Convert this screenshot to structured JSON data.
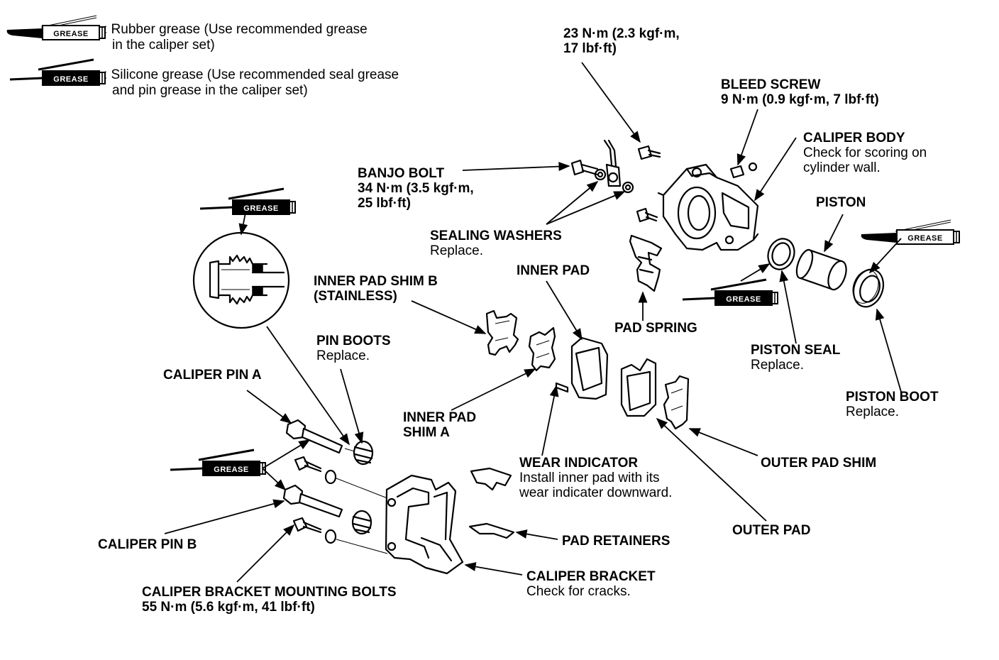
{
  "legend": {
    "rubber": {
      "line1": ": Rubber grease (Use recommended grease",
      "line2": "in the caliper set)",
      "icon": "rubber-grease-icon",
      "badge": "GREASE"
    },
    "silicone": {
      "line1": ": Silicone grease (Use recommended seal grease",
      "line2": "and pin grease in the caliper set)",
      "icon": "silicone-grease-icon",
      "badge": "GREASE"
    }
  },
  "icons": {
    "grease_badge": "GREASE"
  },
  "labels": {
    "bolt_torque": {
      "line1": "23 N·m (2.3 kgf·m,",
      "line2": "17 lbf·ft)"
    },
    "bleed_screw": {
      "title": "BLEED SCREW",
      "detail": "9 N·m (0.9 kgf·m, 7 lbf·ft)"
    },
    "caliper_body": {
      "title": "CALIPER BODY",
      "line1": "Check for scoring on",
      "line2": "cylinder wall."
    },
    "banjo_bolt": {
      "title": "BANJO BOLT",
      "line1": "34 N·m (3.5 kgf·m,",
      "line2": "25 lbf·ft)"
    },
    "sealing_washers": {
      "title": "SEALING WASHERS",
      "detail": "Replace."
    },
    "piston": {
      "title": "PISTON"
    },
    "inner_pad": {
      "title": "INNER PAD"
    },
    "inner_pad_shim_b": {
      "line1": "INNER PAD SHIM B",
      "line2": "(STAINLESS)"
    },
    "pad_spring": {
      "title": "PAD SPRING"
    },
    "piston_seal": {
      "title": "PISTON SEAL",
      "detail": "Replace."
    },
    "piston_boot": {
      "title": "PISTON BOOT",
      "detail": "Replace."
    },
    "pin_boots": {
      "title": "PIN BOOTS",
      "detail": "Replace."
    },
    "caliper_pin_a": {
      "title": "CALIPER PIN A"
    },
    "inner_pad_shim_a": {
      "line1": "INNER PAD",
      "line2": "SHIM A"
    },
    "wear_indicator": {
      "title": "WEAR INDICATOR",
      "line1": "Install inner pad with its",
      "line2": "wear indicater downward."
    },
    "outer_pad_shim": {
      "title": "OUTER PAD SHIM"
    },
    "outer_pad": {
      "title": "OUTER PAD"
    },
    "pad_retainers": {
      "title": "PAD RETAINERS"
    },
    "caliper_pin_b": {
      "title": "CALIPER PIN B"
    },
    "caliper_bracket": {
      "title": "CALIPER BRACKET",
      "detail": "Check for cracks."
    },
    "mounting_bolts": {
      "title": "CALIPER BRACKET MOUNTING BOLTS",
      "detail": "55 N·m (5.6 kgf·m, 41 lbf·ft)"
    }
  }
}
